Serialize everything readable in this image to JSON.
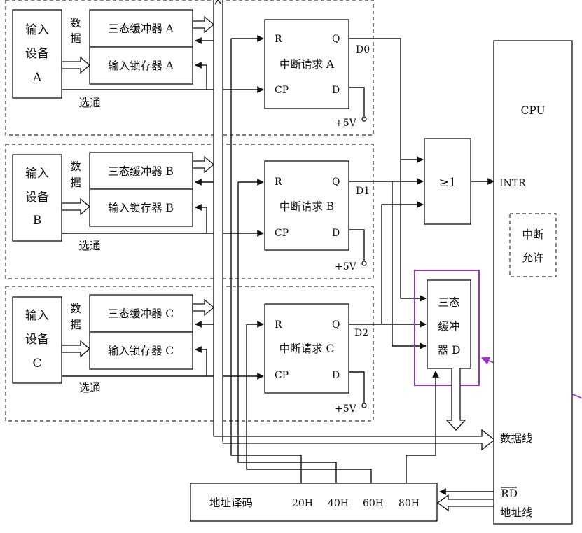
{
  "panels": [
    {
      "device": [
        "输入",
        "设备",
        "A"
      ],
      "data": [
        "数",
        "据"
      ],
      "buffer": "三态缓冲器 A",
      "latch": "输入锁存器 A",
      "strobe": "选通",
      "ff": "中断请求 A",
      "port": "D0"
    },
    {
      "device": [
        "输入",
        "设备",
        "B"
      ],
      "data": [
        "数",
        "据"
      ],
      "buffer": "三态缓冲器 B",
      "latch": "输入锁存器 B",
      "strobe": "选通",
      "ff": "中断请求 B",
      "port": "D1"
    },
    {
      "device": [
        "输入",
        "设备",
        "C"
      ],
      "data": [
        "数",
        "据"
      ],
      "buffer": "三态缓冲器 C",
      "latch": "输入锁存器 C",
      "strobe": "选通",
      "ff": "中断请求 C",
      "port": "D2"
    }
  ],
  "ff_pins": {
    "r": "R",
    "q": "Q",
    "cp": "CP",
    "d": "D",
    "vcc": "+5V"
  },
  "or_gate": "≥1",
  "buffer_d": [
    "三态",
    "缓冲",
    "器 D"
  ],
  "cpu": {
    "title": "CPU",
    "intr": "INTR",
    "enable": [
      "中断",
      "允许"
    ],
    "data_bus": "数据线",
    "rd": "RD",
    "addr_bus": "地址线"
  },
  "decoder": {
    "title": "地址译码",
    "ports": [
      "20H",
      "40H",
      "60H",
      "80H"
    ]
  },
  "colors": {
    "line": "#111111",
    "highlight": "#9b2fc9"
  }
}
